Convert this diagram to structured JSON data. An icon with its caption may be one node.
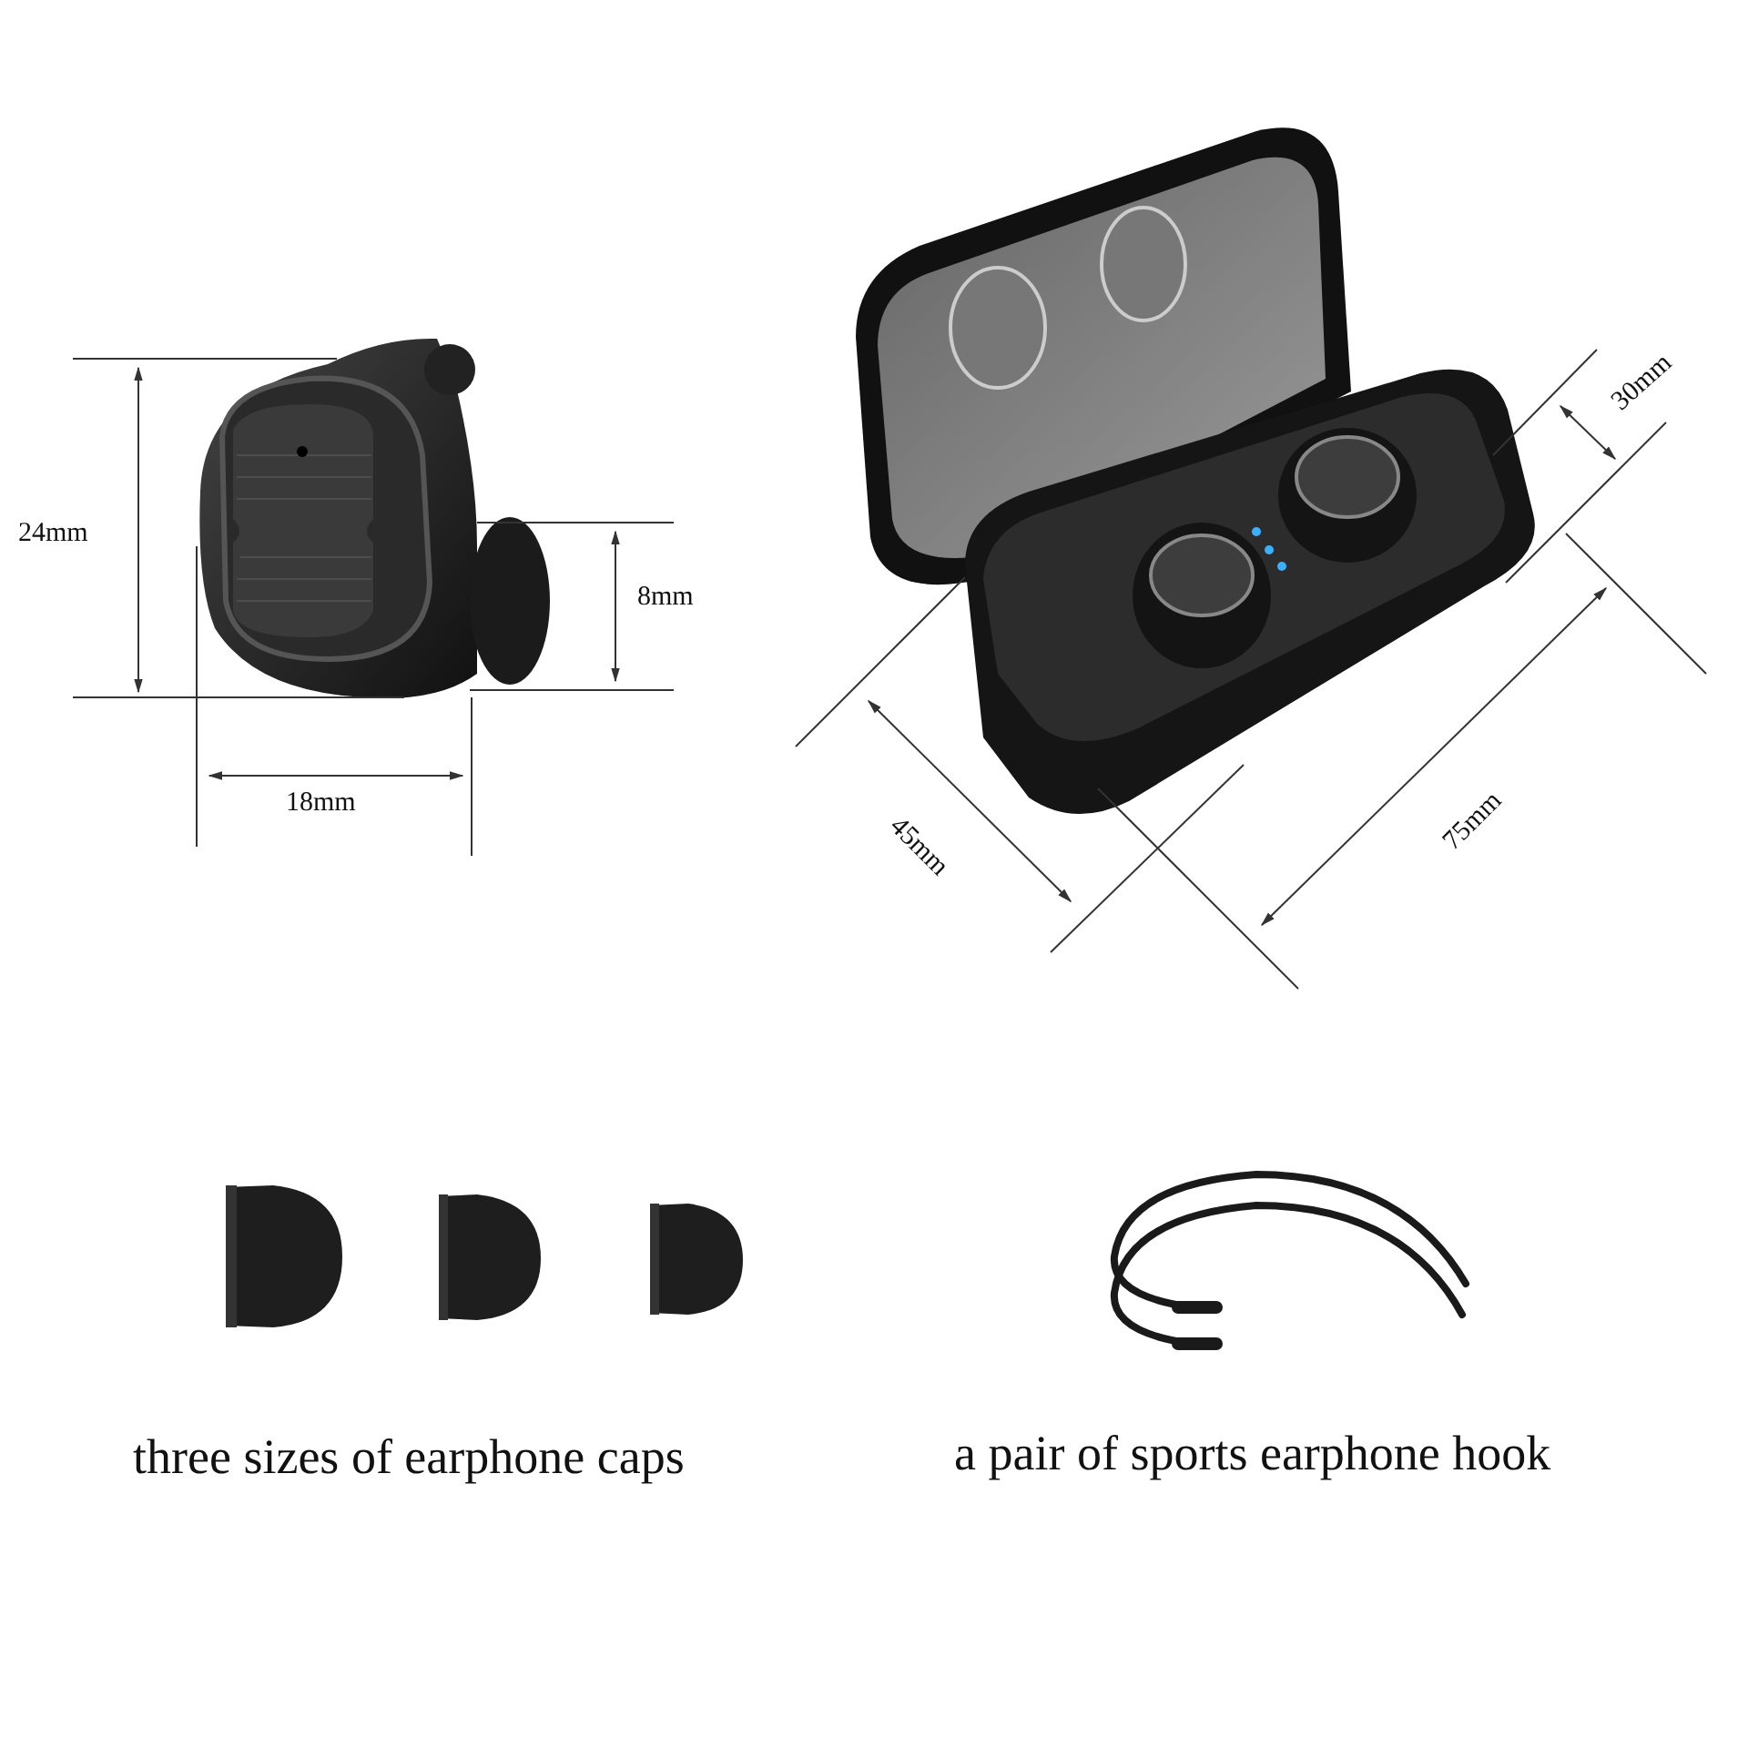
{
  "diagram": {
    "labels": [
      "24mm",
      "8mm",
      "18mm",
      "30mm",
      "45mm",
      "75mm",
      "three sizes of earphone caps",
      "a pair of sports earphone hook"
    ]
  }
}
